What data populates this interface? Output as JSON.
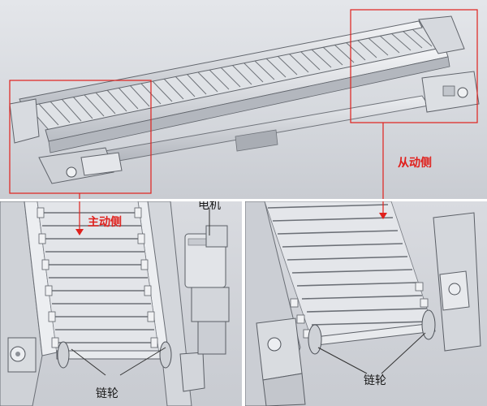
{
  "labels": {
    "driven_side": "从动侧",
    "drive_side": "主动侧",
    "motor": "电机",
    "sprocket_left": "链轮",
    "sprocket_right": "链轮"
  },
  "colors": {
    "callout_red": "#e0201c",
    "leader_dark": "#333333"
  }
}
